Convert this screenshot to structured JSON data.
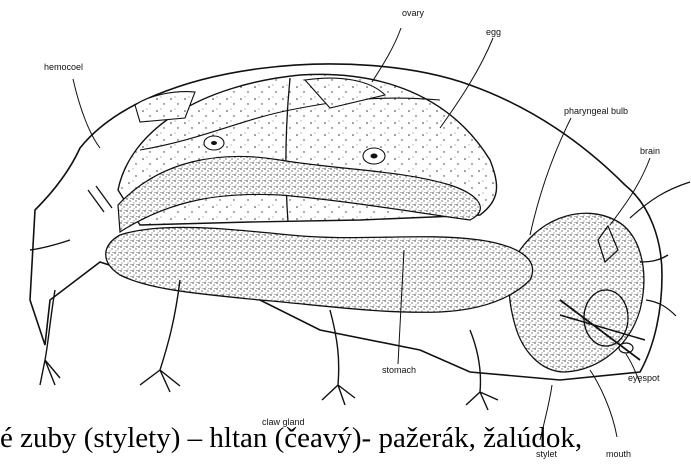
{
  "diagram": {
    "labels": {
      "ovary": "ovary",
      "hemocoel": "hemocoel",
      "egg": "egg",
      "pharyngeal_bulb": "pharyngeal bulb",
      "brain": "brain",
      "eyespot": "eyespot",
      "mouth": "mouth",
      "stylet": "stylet",
      "stomach": "stomach",
      "claw_gland": "claw gland"
    }
  },
  "caption": {
    "text": "é zuby (stylety) – hltan (čeavý)- pažerák, žalúdok,"
  }
}
